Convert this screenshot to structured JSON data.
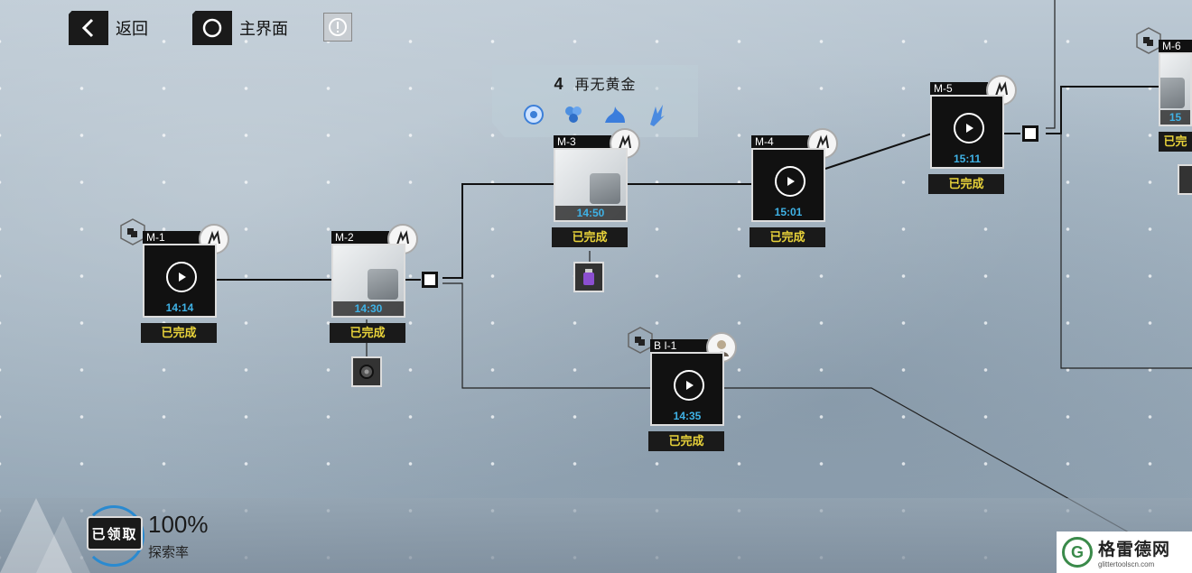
{
  "topbar": {
    "back_label": "返回",
    "home_label": "主界面",
    "info_icon": "exclamation-circle-icon"
  },
  "chapter": {
    "number": "4",
    "title": "再无黄金",
    "icons": [
      "target-icon",
      "hexagon-cluster-icon",
      "blue-flame-icon",
      "lightning-claw-icon"
    ]
  },
  "nodes": [
    {
      "id": "M-1",
      "label": "M-1",
      "time": "14:14",
      "status": "已完成"
    },
    {
      "id": "M-2",
      "label": "M-2",
      "time": "14:30",
      "status": "已完成"
    },
    {
      "id": "M-3",
      "label": "M-3",
      "time": "14:50",
      "status": "已完成"
    },
    {
      "id": "M-4",
      "label": "M-4",
      "time": "15:01",
      "status": "已完成"
    },
    {
      "id": "M-5",
      "label": "M-5",
      "time": "15:11",
      "status": "已完成"
    },
    {
      "id": "BI-1",
      "label": "B I-1",
      "time": "14:35",
      "status": "已完成"
    },
    {
      "id": "M-6",
      "label": "M-6",
      "time": "15",
      "status": "已完"
    }
  ],
  "progress": {
    "claim_label": "已领取",
    "percent": "100%",
    "label": "探索率"
  },
  "watermark": {
    "name": "格雷德网",
    "url": "glittertoolscn.com"
  },
  "colors": {
    "time_blue": "#3fb2e6",
    "status_yellow": "#e8d23a",
    "panel_dark": "#1a1a1a"
  }
}
